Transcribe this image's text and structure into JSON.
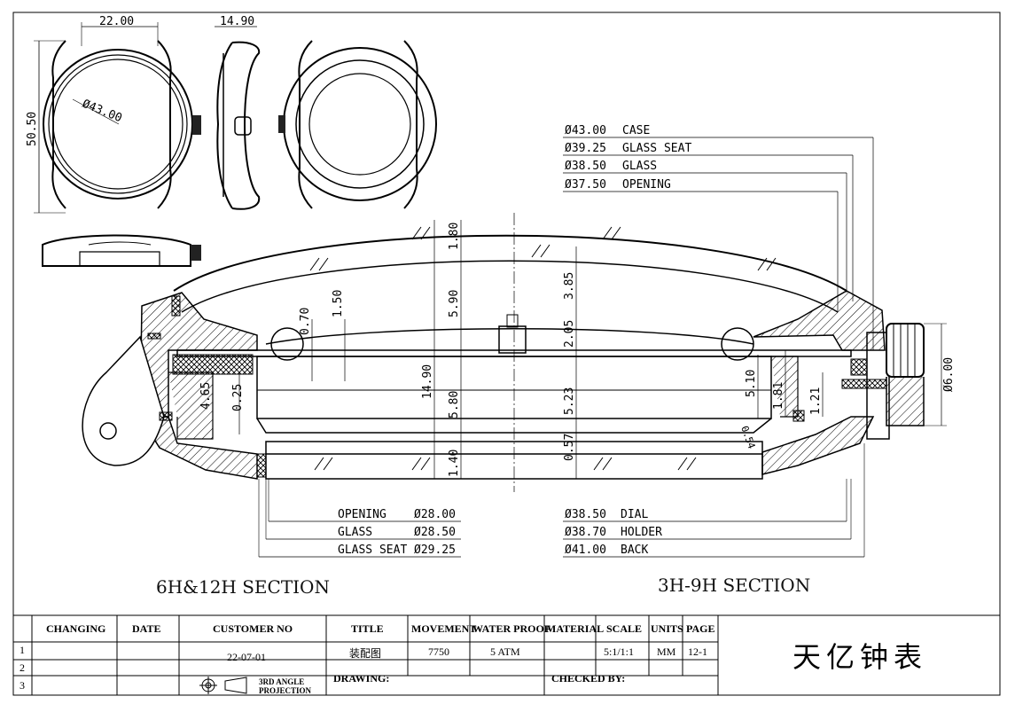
{
  "views": {
    "front": {
      "width": "22.00",
      "height": "50.50",
      "diameter": "Ø43.00"
    },
    "side": {
      "thickness": "14.90"
    }
  },
  "case_callouts": [
    {
      "dia": "Ø43.00",
      "label": "CASE"
    },
    {
      "dia": "Ø39.25",
      "label": "GLASS SEAT"
    },
    {
      "dia": "Ø38.50",
      "label": "GLASS"
    },
    {
      "dia": "Ø37.50",
      "label": "OPENING"
    }
  ],
  "back_callouts_left": [
    {
      "label": "OPENING",
      "dia": "Ø28.00"
    },
    {
      "label": "GLASS",
      "dia": "Ø28.50"
    },
    {
      "label": "GLASS SEAT",
      "dia": "Ø29.25"
    }
  ],
  "back_callouts_right": [
    {
      "dia": "Ø38.50",
      "label": "DIAL"
    },
    {
      "dia": "Ø38.70",
      "label": "HOLDER"
    },
    {
      "dia": "Ø41.00",
      "label": "BACK"
    }
  ],
  "section_dims": {
    "d1_80": "1.80",
    "d5_90": "5.90",
    "d14_90": "14.90",
    "d5_80": "5.80",
    "d1_40": "1.40",
    "d3_85": "3.85",
    "d2_05": "2.05",
    "d5_23": "5.23",
    "d0_57": "0.57",
    "d0_70": "0.70",
    "d1_50": "1.50",
    "d4_65": "4.65",
    "d0_25": "0.25",
    "d5_10": "5.10",
    "d1_81": "1.81",
    "d1_21": "1.21",
    "d0_54": "0.54",
    "d_crown": "Ø6.00"
  },
  "section_titles": {
    "left": "6H&12H SECTION",
    "right": "3H-9H SECTION"
  },
  "title_block": {
    "headers": {
      "changing": "CHANGING",
      "date": "DATE",
      "customer_no": "CUSTOMER NO",
      "title": "TITLE",
      "movement": "MOVEMENT",
      "water_proof": "WATER PROOF",
      "material": "MATERIAL",
      "scale": "SCALE",
      "units": "UNITS",
      "page": "PAGE"
    },
    "rows": [
      "1",
      "2",
      "3"
    ],
    "customer_no": "22-07-01",
    "title": "装配图",
    "movement": "7750",
    "water_proof": "5 ATM",
    "material": "",
    "scale": "5:1/1:1",
    "units": "MM",
    "page": "12-1",
    "projection": "3RD ANGLE PROJECTION",
    "drawing_label": "DRAWING:",
    "checked_label": "CHECKED BY:",
    "company": "天亿钟表"
  }
}
